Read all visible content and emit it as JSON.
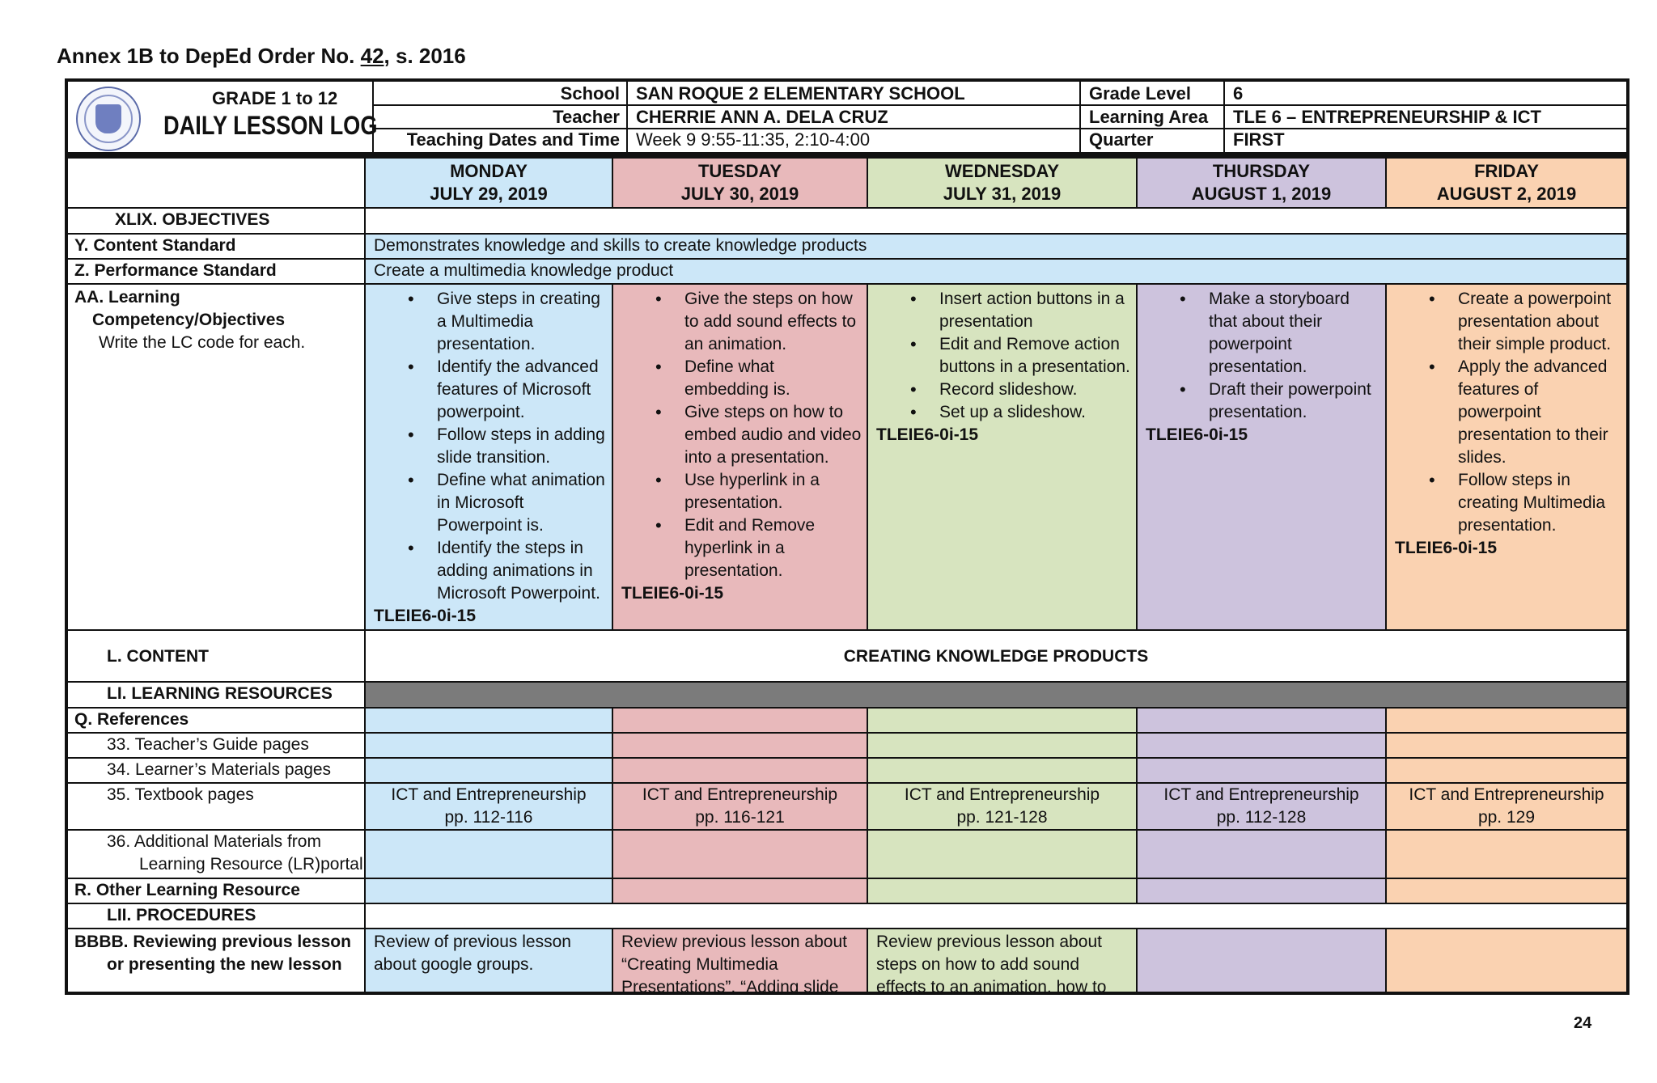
{
  "annex": {
    "prefix": "Annex 1B to DepEd Order No. ",
    "number": "42",
    "suffix": ", s. 2016"
  },
  "header": {
    "grade_range": "GRADE 1 to 12",
    "log_title": "DAILY LESSON LOG",
    "school_label": "School",
    "school_value": "SAN ROQUE 2 ELEMENTARY SCHOOL",
    "teacher_label": "Teacher",
    "teacher_value": "CHERRIE ANN A. DELA CRUZ",
    "dates_label": "Teaching Dates and Time",
    "dates_value": "Week 9 9:55-11:35, 2:10-4:00",
    "grade_level_label": "Grade Level",
    "grade_level_value": "6",
    "learning_area_label": "Learning Area",
    "learning_area_value": "TLE 6 – ENTREPRENEURSHIP & ICT",
    "quarter_label": "Quarter",
    "quarter_value": "FIRST"
  },
  "days": [
    {
      "day": "MONDAY",
      "date": "JULY 29, 2019"
    },
    {
      "day": "TUESDAY",
      "date": "JULY 30, 2019"
    },
    {
      "day": "WEDNESDAY",
      "date": "JULY 31, 2019"
    },
    {
      "day": "THURSDAY",
      "date": "AUGUST 1, 2019"
    },
    {
      "day": "FRIDAY",
      "date": "AUGUST 2, 2019"
    }
  ],
  "rows": {
    "objectives": "XLIX.        OBJECTIVES",
    "content_standard_label": "Y.  Content Standard",
    "content_standard_value": "Demonstrates knowledge and skills to create knowledge products",
    "performance_standard_label": "Z.  Performance Standard",
    "performance_standard_value": "Create a multimedia knowledge product",
    "lc_label_1": "AA.       Learning",
    "lc_label_2": "Competency/Objectives",
    "lc_label_3": "Write the LC code for each.",
    "content_label": "L.    CONTENT",
    "content_value": "CREATING KNOWLEDGE PRODUCTS",
    "learning_resources": "LI.   LEARNING RESOURCES",
    "references": "Q.  References",
    "tg_pages": "33.  Teacher’s Guide pages",
    "lm_pages": "34.  Learner’s Materials pages",
    "textbook_pages": "35.  Textbook pages",
    "additional_1": "36.  Additional Materials from",
    "additional_2": "Learning Resource (LR)portal",
    "other_resource": "R.  Other Learning Resource",
    "procedures": "LII.  PROCEDURES",
    "review_1": "BBBB.  Reviewing previous lesson",
    "review_2": "or presenting the new lesson"
  },
  "competencies": {
    "mon": [
      "Give steps in creating a Multimedia presentation.",
      "Identify the advanced features of Microsoft powerpoint.",
      "Follow steps in adding slide transition.",
      "Define what animation in Microsoft Powerpoint is.",
      "Identify the steps in adding animations in Microsoft Powerpoint."
    ],
    "tue": [
      "Give the steps on how to add sound effects to an animation.",
      "Define what embedding is.",
      "Give steps on how to embed audio and video into a presentation.",
      "Use hyperlink in a presentation.",
      "Edit and Remove hyperlink in a presentation."
    ],
    "wed": [
      "Insert action buttons in a presentation",
      "Edit and Remove action buttons in a presentation.",
      "Record slideshow.",
      "Set up a slideshow."
    ],
    "thu": [
      "Make a storyboard that about their powerpoint presentation.",
      "Draft their powerpoint presentation."
    ],
    "fri": [
      "Create a powerpoint presentation about their simple product.",
      "Apply the advanced features of powerpoint presentation to their slides.",
      "Follow steps in creating Multimedia presentation."
    ],
    "code": "TLEIE6-0i-15"
  },
  "textbook": [
    {
      "title": "ICT and Entrepreneurship",
      "pages": "pp. 112-116"
    },
    {
      "title": "ICT and Entrepreneurship",
      "pages": "pp. 116-121"
    },
    {
      "title": "ICT and Entrepreneurship",
      "pages": "pp. 121-128"
    },
    {
      "title": "ICT and Entrepreneurship",
      "pages": "pp. 112-128"
    },
    {
      "title": "ICT and Entrepreneurship",
      "pages": "pp. 129"
    }
  ],
  "review": {
    "mon": "Review of previous lesson about google groups.",
    "tue": "Review previous lesson about “Creating Multimedia Presentations”, “Adding slide",
    "wed": "Review previous lesson about steps on how to add sound effects to an animation, how to embed"
  },
  "page_number": "24",
  "colors": {
    "monday": "#cce7f8",
    "tuesday": "#e8b9bb",
    "wednesday": "#d7e4bf",
    "thursday": "#cdc3dd",
    "friday": "#fad2b1",
    "section_gray": "#7b7b7b"
  }
}
